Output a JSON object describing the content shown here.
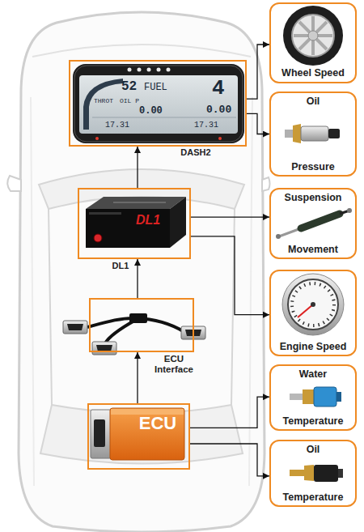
{
  "diagram": {
    "nodes": [
      {
        "text": [
          "Wheel Speed"
        ]
      },
      {
        "text": [
          "DASH2"
        ]
      },
      {
        "text": [
          "Oil",
          "Pressure"
        ]
      },
      {
        "text": [
          "DL1"
        ]
      },
      {
        "text": [
          "Suspension",
          "Movement"
        ]
      },
      {
        "text": [
          "Engine Speed"
        ]
      },
      {
        "text": [
          "ECU Interface"
        ]
      },
      {
        "text": [
          "Water",
          "Temperature"
        ]
      },
      {
        "text": [
          "ECU"
        ]
      },
      {
        "text": [
          "Oil",
          "Temperature"
        ]
      }
    ],
    "edges": [
      {
        "from": 8,
        "to": 6,
        "arrow": "to"
      },
      {
        "from": 6,
        "to": 3,
        "arrow": "to"
      },
      {
        "from": 3,
        "to": 1,
        "arrow": "to"
      },
      {
        "from": 1,
        "to": 0,
        "arrow": "to"
      },
      {
        "from": 1,
        "to": 2,
        "arrow": "to"
      },
      {
        "from": 3,
        "to": 4,
        "arrow": "to"
      },
      {
        "from": 3,
        "to": 5,
        "arrow": "to"
      },
      {
        "from": 8,
        "to": 7,
        "arrow": "to"
      },
      {
        "from": 8,
        "to": 9,
        "arrow": "to"
      }
    ],
    "labels": [
      "DL1",
      "52",
      "FUEL",
      "4",
      "THROT",
      "OIL P",
      "0.00",
      "0.00",
      "17.31",
      "17.31"
    ]
  }
}
